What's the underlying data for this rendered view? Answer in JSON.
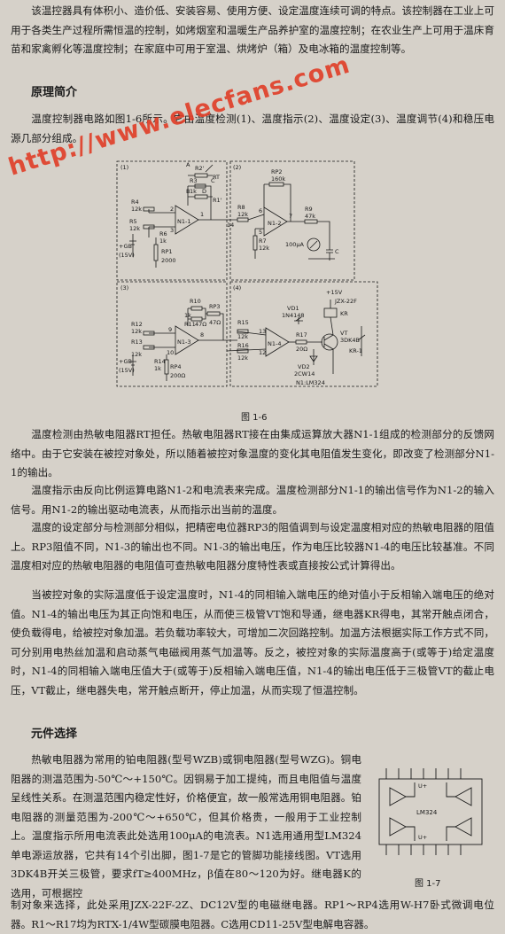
{
  "intro": "该温控器具有体积小、造价低、安装容易、使用方便、设定温度连续可调的特点。该控制器在工业上可用于各类生产过程所需恒温的控制，如烤烟室和温暖生产品养护室的温度控制；在农业生产上可用于温床育苗和家禽孵化等温度控制；在家庭中可用于室温、烘烤炉（箱）及电冰箱的温度控制等。",
  "section1_title": "原理简介",
  "principle": "温度控制器电路如图1-6所示。它由温度检测(1)、温度指示(2)、温度设定(3)、温度调节(4)和稳压电源几部分组成。",
  "watermark": "http://www.elecfans.com",
  "figure1": {
    "caption": "图 1-6",
    "block1": "(1)",
    "block2": "(2)",
    "block3": "(3)",
    "block4": "(4)",
    "labels": {
      "A": "A",
      "B": "B",
      "C": "C",
      "D": "D",
      "R2": "R2'",
      "R1": "R1'",
      "RT": "RT",
      "R3": "R3",
      "R3v": "1k",
      "R4": "R4",
      "R4v": "12k",
      "R5": "R5",
      "R5v": "12k",
      "R6": "R6",
      "R6v": "1k",
      "N1_1": "N1-1",
      "N1_2": "N1-2",
      "N1_3": "N1-3",
      "N1_4": "N1-4",
      "GB1": "+GB",
      "GB1v": "(15V)",
      "RP1": "RP1",
      "RP1v": "2000",
      "RP2": "RP2",
      "RP2v": "160k",
      "R8": "R8",
      "R8v": "12k",
      "R9": "R9",
      "R9v": "47k",
      "R7": "R7",
      "R7v": "12k",
      "meter": "100μA",
      "Ccap": "C",
      "R10": "R10",
      "R10v": "1k",
      "R11": "R11",
      "R11v": "47Ω",
      "RP3": "RP3",
      "RP3v": "47Ω",
      "R12": "R12",
      "R12v": "12k",
      "R13": "R13",
      "R13v": "12k",
      "R14": "R14",
      "R14v": "1k",
      "RP4": "RP4",
      "RP4v": "200Ω",
      "GB2": "+GB",
      "GB2v": "(15V)",
      "R15": "R15",
      "R15v": "12k",
      "R16": "R16",
      "R16v": "12k",
      "R17": "R17",
      "R17v": "20Ω",
      "VD1": "VD1",
      "VD1v": "1N4148",
      "VD2": "VD2",
      "VD2v": "2CW14",
      "VT": "VT",
      "VTv": "3DK4B",
      "KR": "KR",
      "KR1": "KR-1",
      "relay": "JZX-22F",
      "plus15": "+15V",
      "lm": "N1:LM324",
      "pin1": "1",
      "pin2": "2",
      "pin3": "3",
      "pin5": "5",
      "pin6": "6",
      "pin7": "7",
      "pin8": "8",
      "pin9": "9",
      "pin10": "10",
      "pin12": "12",
      "pin13": "13",
      "pin14": "14"
    }
  },
  "detect": "温度检测由热敏电阻器RT担任。热敏电阻器RT接在由集成运算放大器N1-1组成的检测部分的反馈网络中。由于它安装在被控对象处，所以随着被控对象温度的变化其电阻值发生变化，即改变了检测部分N1-1的输出。",
  "indicate": "温度指示由反向比例运算电路N1-2和电流表来完成。温度检测部分N1-1的输出信号作为N1-2的输入信号。用N1-2的输出驱动电流表，从而指示出当前的温度。",
  "setting": "温度的设定部分与检测部分相似，把精密电位器RP3的阻值调到与设定温度相对应的热敏电阻器的阻值上。RP3阻值不同，N1-3的输出也不同。N1-3的输出电压，作为电压比较器N1-4的电压比较基准。不同温度相对应的热敏电阻器的电阻值可查热敏电阻器分度特性表或直接按公式计算得出。",
  "regulate": "当被控对象的实际温度低于设定温度时，N1-4的同相输入端电压的绝对值小于反相输入端电压的绝对值。N1-4的输出电压为其正向饱和电压，从而使三极管VT饱和导通，继电器KR得电，其常开触点闭合，使负载得电，给被控对象加温。若负载功率较大，可增加二次回路控制。加温方法根据实际工作方式不同，可分别用电热丝加温和启动蒸气电磁阀用蒸气加温等。反之，被控对象的实际温度高于(或等于)给定温度时，N1-4的同相输入端电压值大于(或等于)反相输入端电压值，N1-4的输出电压低于三极管VT的截止电压，VT截止，继电器失电，常开触点断开，停止加温，从而实现了恒温控制。",
  "section2_title": "元件选择",
  "components_a": "热敏电阻器为常用的铂电阻器(型号WZB)或铜电阻器(型号WZG)。铜电阻器的测温范围为-50℃～+150℃。因铜易于加工提纯，而且电阻值与温度呈线性关系。在测温范围内稳定性好，价格便宜，故一般常选用铜电阻器。铂电阻器的测量范围为-200℃～+650℃，但其价格贵，一般用于工业控制上。温度指示所用电流表此处选用100μA的电流表。N1选用通用型LM324单电源运放器，它共有14个引出脚，图1-7是它的管脚功能接线图。VT选用3DK4B开关三极管，要求fT≥400MHz，β值在80～120为好。继电器K的选用，可根据控",
  "components_b": "制对象来选择，此处采用JZX-22F-2Z、DC12V型的电磁继电器。RP1～RP4选用W-H7卧式微调电位器。R1～R17均为RTX-1/4W型碳膜电阻器。C选用CD11-25V型电解电容器。",
  "figure2": {
    "caption": "图 1-7",
    "chip_label": "LM324",
    "uplus_top": "U+",
    "uplus_bottom": "U+"
  }
}
